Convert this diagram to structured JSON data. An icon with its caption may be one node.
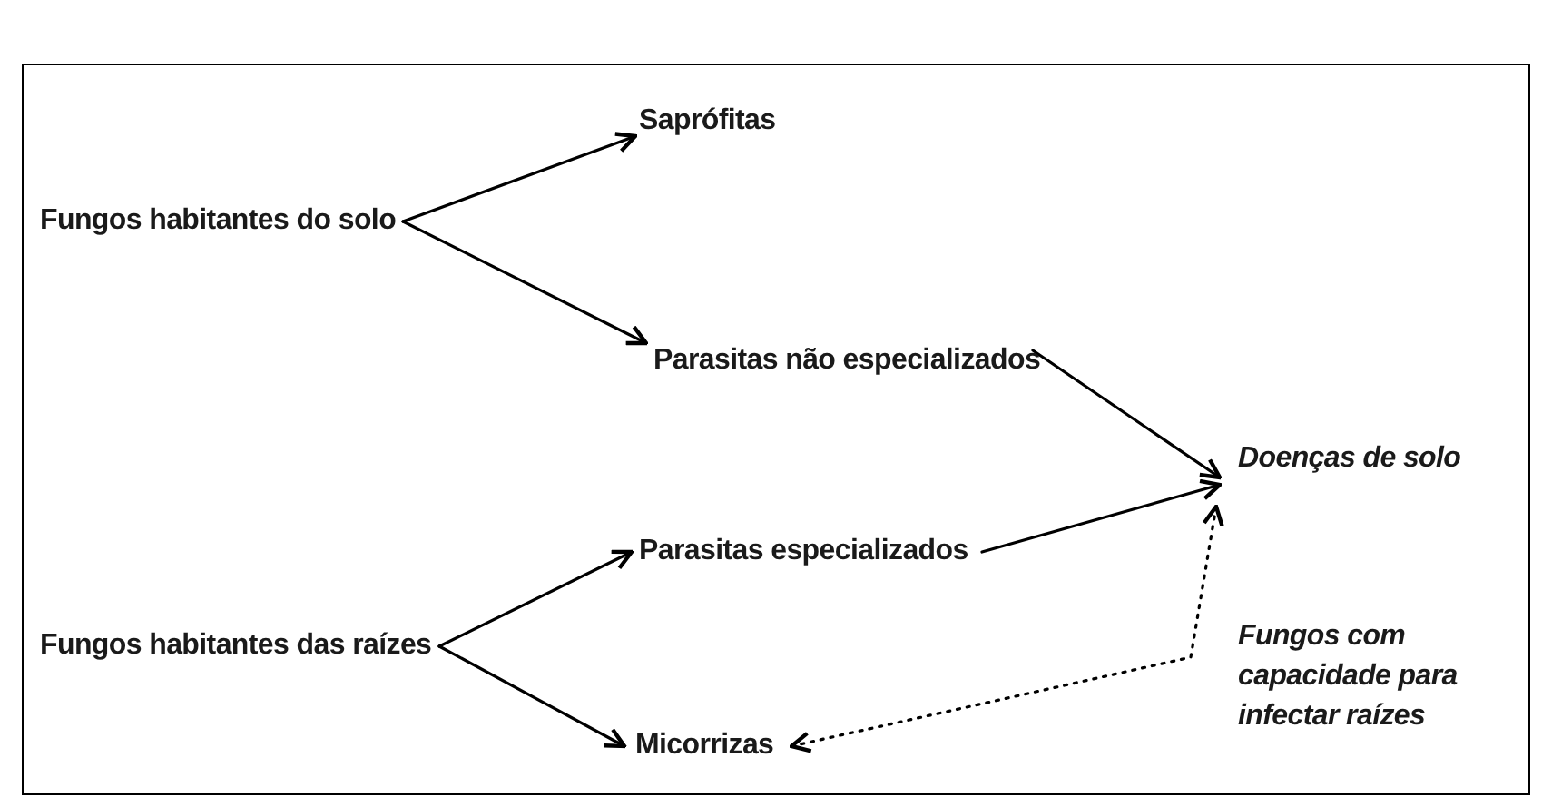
{
  "diagram": {
    "nodes": [
      {
        "text": [
          "Fungos habitantes do solo"
        ]
      },
      {
        "text": [
          "Saprófitas"
        ]
      },
      {
        "text": [
          "Parasitas não especializados"
        ]
      },
      {
        "text": [
          "Doenças de solo"
        ]
      },
      {
        "text": [
          "Parasitas especializados"
        ]
      },
      {
        "text": [
          "Fungos habitantes das raízes"
        ]
      },
      {
        "text": [
          "Micorrizas"
        ]
      }
    ],
    "edges": [
      {
        "from": 0,
        "to": 1,
        "arrow": "to"
      },
      {
        "from": 0,
        "to": 2,
        "arrow": "to"
      },
      {
        "from": 2,
        "to": 3,
        "arrow": "to"
      },
      {
        "from": 4,
        "to": 3,
        "arrow": "to"
      },
      {
        "from": 5,
        "to": 4,
        "arrow": "to"
      },
      {
        "from": 5,
        "to": 6,
        "arrow": "to"
      },
      {
        "from": 6,
        "to": 3,
        "arrow": "both",
        "style": "dashed",
        "label": "Fungos com capacidade para infectar raízes"
      }
    ]
  }
}
